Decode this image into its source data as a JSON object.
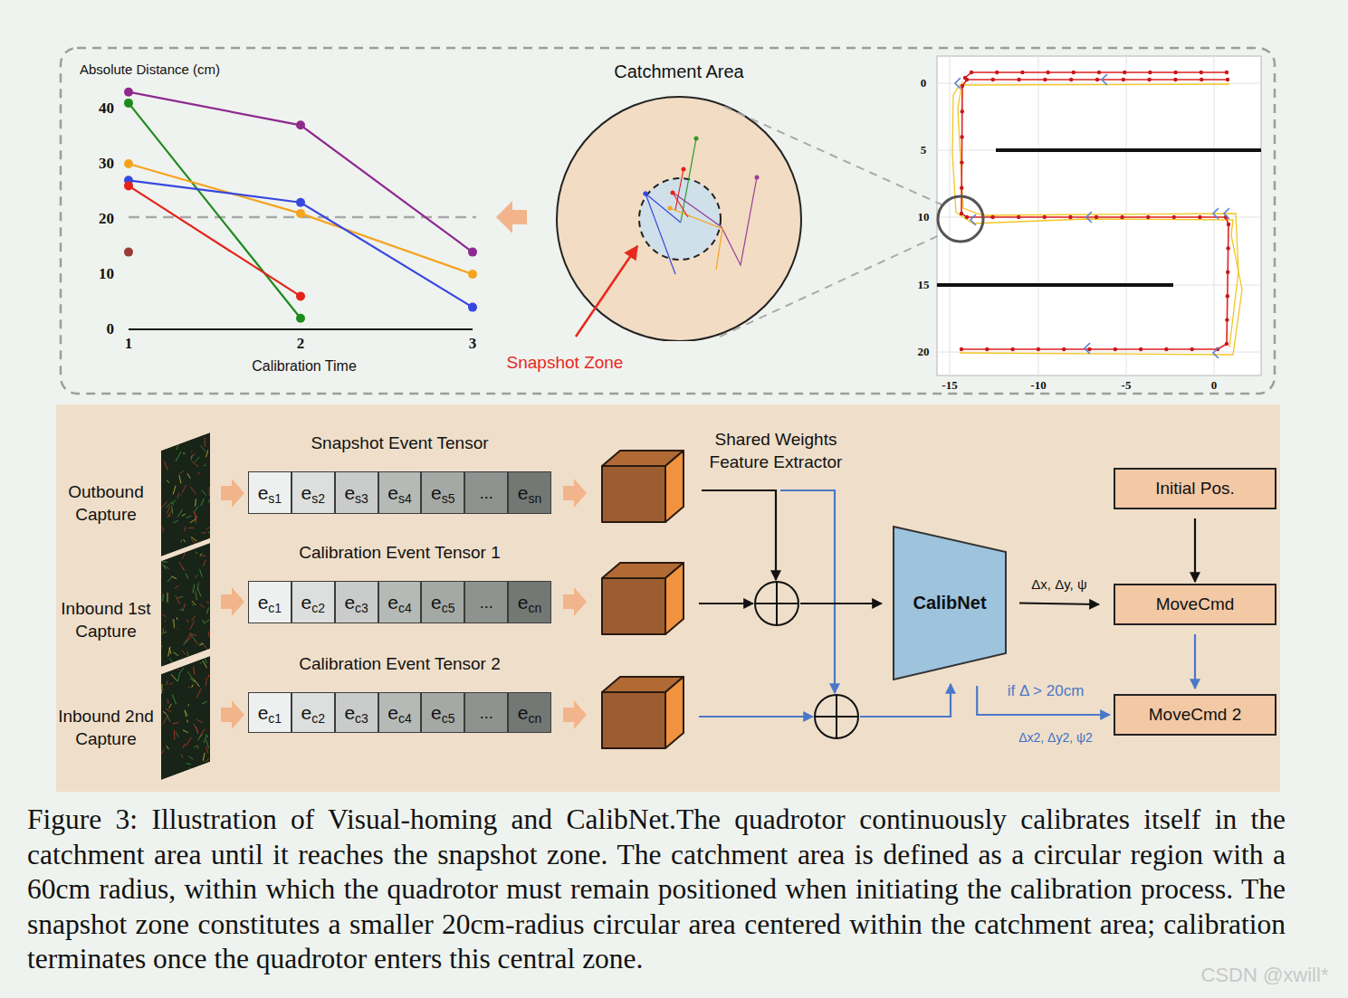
{
  "diagram": {
    "caption": "Figure 3: Illustration of Visual-homing and CalibNet.The quadrotor continuously calibrates itself in the catchment area until it reaches the snapshot zone. The catchment area is defined as a circular region with a 60cm radius, within which the quadrotor must remain positioned when initiating the calibration process. The snapshot zone constitutes a smaller 20cm-radius circular area centered within the catchment area; calibration terminates once the quadrotor enters this central zone.",
    "nodes": [
      {
        "text": [
          "Catchment Area"
        ]
      },
      {
        "text": [
          "Snapshot Event Tensor"
        ]
      },
      {
        "text": [
          "e",
          "s1"
        ],
        "in": 1
      },
      {
        "text": [
          "e",
          "s2"
        ],
        "in": 1
      },
      {
        "text": [
          "e",
          "s3"
        ],
        "in": 1
      },
      {
        "text": [
          "e",
          "s4"
        ],
        "in": 1
      },
      {
        "text": [
          "e",
          "s5"
        ],
        "in": 1
      },
      {
        "text": [
          "..."
        ],
        "in": 1
      },
      {
        "text": [
          "e",
          "sn"
        ],
        "in": 1
      },
      {
        "text": [
          "Calibration Event Tensor 1"
        ]
      },
      {
        "text": [
          "e",
          "c1"
        ],
        "in": 9
      },
      {
        "text": [
          "e",
          "c2"
        ],
        "in": 9
      },
      {
        "text": [
          "e",
          "c3"
        ],
        "in": 9
      },
      {
        "text": [
          "e",
          "c4"
        ],
        "in": 9
      },
      {
        "text": [
          "e",
          "c5"
        ],
        "in": 9
      },
      {
        "text": [
          "..."
        ],
        "in": 9
      },
      {
        "text": [
          "e",
          "cn"
        ],
        "in": 9
      },
      {
        "text": [
          "Calibration Event Tensor 2"
        ]
      },
      {
        "text": [
          "e",
          "c1"
        ],
        "in": 17
      },
      {
        "text": [
          "e",
          "c2"
        ],
        "in": 17
      },
      {
        "text": [
          "e",
          "c3"
        ],
        "in": 17
      },
      {
        "text": [
          "e",
          "c4"
        ],
        "in": 17
      },
      {
        "text": [
          "e",
          "c5"
        ],
        "in": 17
      },
      {
        "text": [
          "..."
        ],
        "in": 17
      },
      {
        "text": [
          "e",
          "cn"
        ],
        "in": 17
      },
      {
        "text": [
          "CalibNet"
        ]
      },
      {
        "text": [
          "Initial Pos."
        ]
      },
      {
        "text": [
          "MoveCmd"
        ]
      },
      {
        "text": [
          "MoveCmd 2"
        ]
      }
    ],
    "edges": [
      {
        "from": 25,
        "to": 27,
        "label": "Δx, Δy, ψ",
        "arrow": "to"
      },
      {
        "from": 26,
        "to": 27,
        "arrow": "to"
      },
      {
        "from": 27,
        "to": 28,
        "arrow": "to"
      },
      {
        "from": 25,
        "to": 28,
        "label": "if Δ > 20cm",
        "arrow": "to"
      }
    ],
    "labels": [
      "Absolute Distance (cm)",
      "40",
      "30",
      "20",
      "10",
      "0",
      "1",
      "2",
      "3",
      "Calibration Time",
      "Snapshot Zone",
      "0",
      "5",
      "10",
      "15",
      "20",
      "-15",
      "-10",
      "-5",
      "0",
      "Outbound Capture",
      "Inbound 1st Capture",
      "Inbound 2nd Capture",
      "Shared Weights Feature Extractor",
      "Δx2, Δy2, ψ2",
      "CSDN @xwill*"
    ]
  }
}
